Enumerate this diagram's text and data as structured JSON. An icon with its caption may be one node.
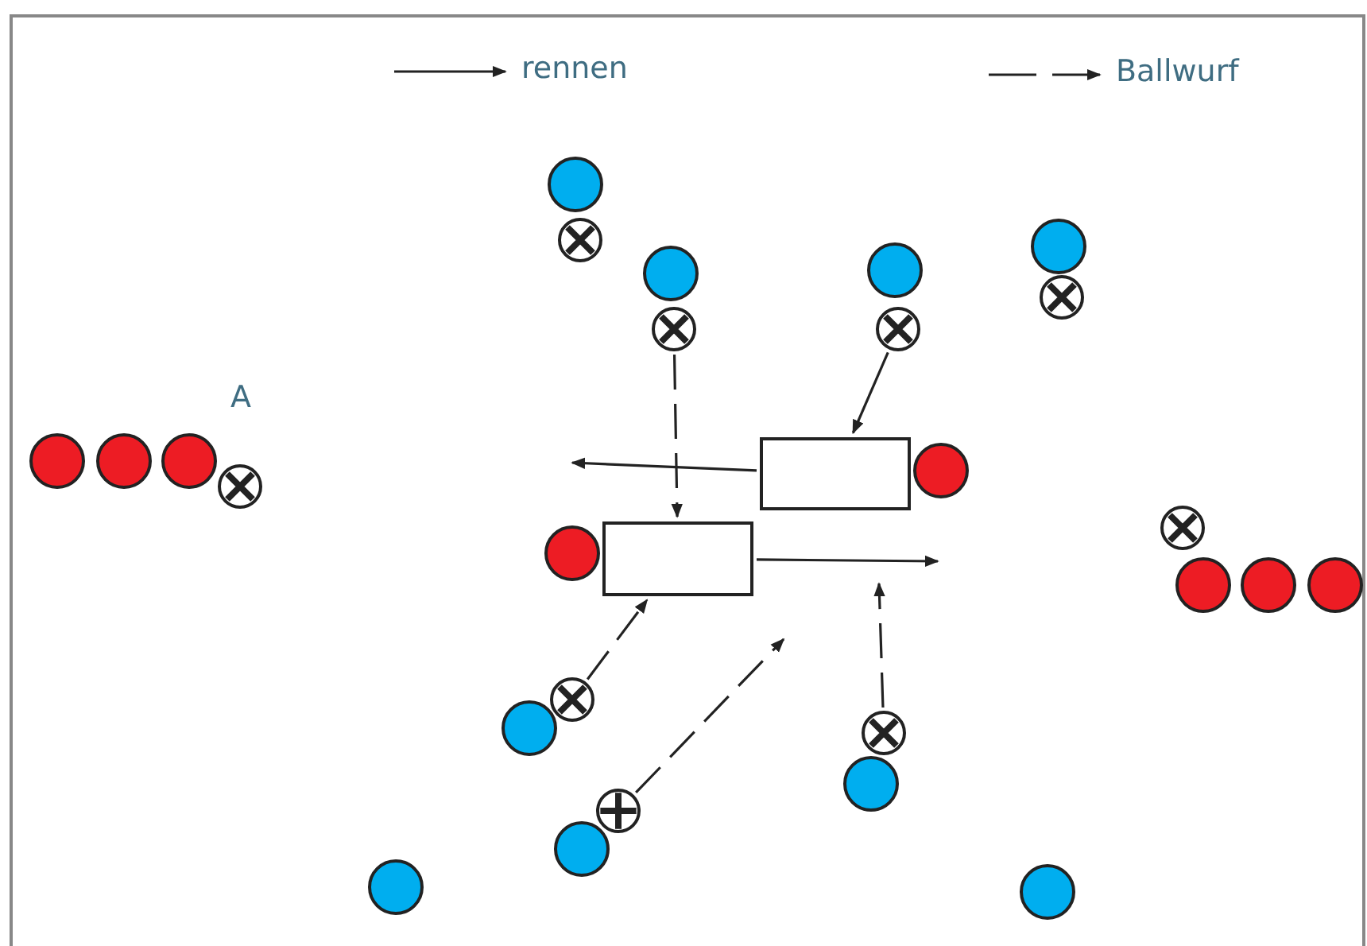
{
  "diagram": {
    "nodes": [
      {
        "text": [],
        "shape": "box"
      },
      {
        "text": [],
        "shape": "box"
      },
      {
        "text": [],
        "shape": "circle"
      },
      {
        "text": [],
        "shape": "circle"
      },
      {
        "text": [],
        "shape": "circle"
      },
      {
        "text": [],
        "shape": "circle"
      },
      {
        "text": [],
        "shape": "circle"
      }
    ],
    "edges": [
      {
        "from": 0,
        "to": null,
        "arrow": "to"
      },
      {
        "from": 1,
        "to": null,
        "arrow": "to"
      },
      {
        "from": 2,
        "to": 1,
        "arrow": "to",
        "style": "dashed"
      },
      {
        "from": 3,
        "to": 0,
        "arrow": "to"
      },
      {
        "from": 4,
        "to": 1,
        "arrow": "to",
        "style": "dashed"
      },
      {
        "from": 5,
        "to": null,
        "arrow": "to",
        "style": "dashed"
      },
      {
        "from": 6,
        "to": null,
        "arrow": "to",
        "style": "dashed"
      }
    ],
    "labels": [
      "A"
    ],
    "legend": [
      {
        "text": "rennen"
      },
      {
        "text": "Ballwurf"
      }
    ]
  }
}
